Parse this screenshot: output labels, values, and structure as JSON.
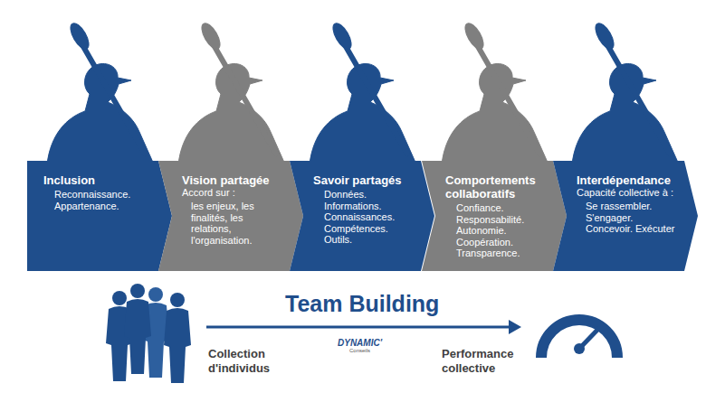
{
  "diagram": {
    "nodes": [
      {
        "text": [
          "Inclusion",
          "Reconnaissance. Appartenance."
        ]
      },
      {
        "text": [
          "Vision partagée",
          "Accord sur :",
          "les enjeux, les finalités, les relations, l'organisation."
        ]
      },
      {
        "text": [
          "Savoir partagés",
          "Données. Informations. Connaissances. Compétences. Outils."
        ]
      },
      {
        "text": [
          "Comportements collaboratifs",
          "Confiance. Responsabilité. Autonomie. Coopération. Transparence."
        ]
      },
      {
        "text": [
          "Interdépendance",
          "Capacité collective à :",
          "Se rassembler. S'engager. Concevoir. Exécuter"
        ]
      }
    ],
    "labels": [
      "Team Building",
      "DYNAMIC'",
      "Conseils",
      "Collection d'individus",
      "Performance collective"
    ]
  }
}
